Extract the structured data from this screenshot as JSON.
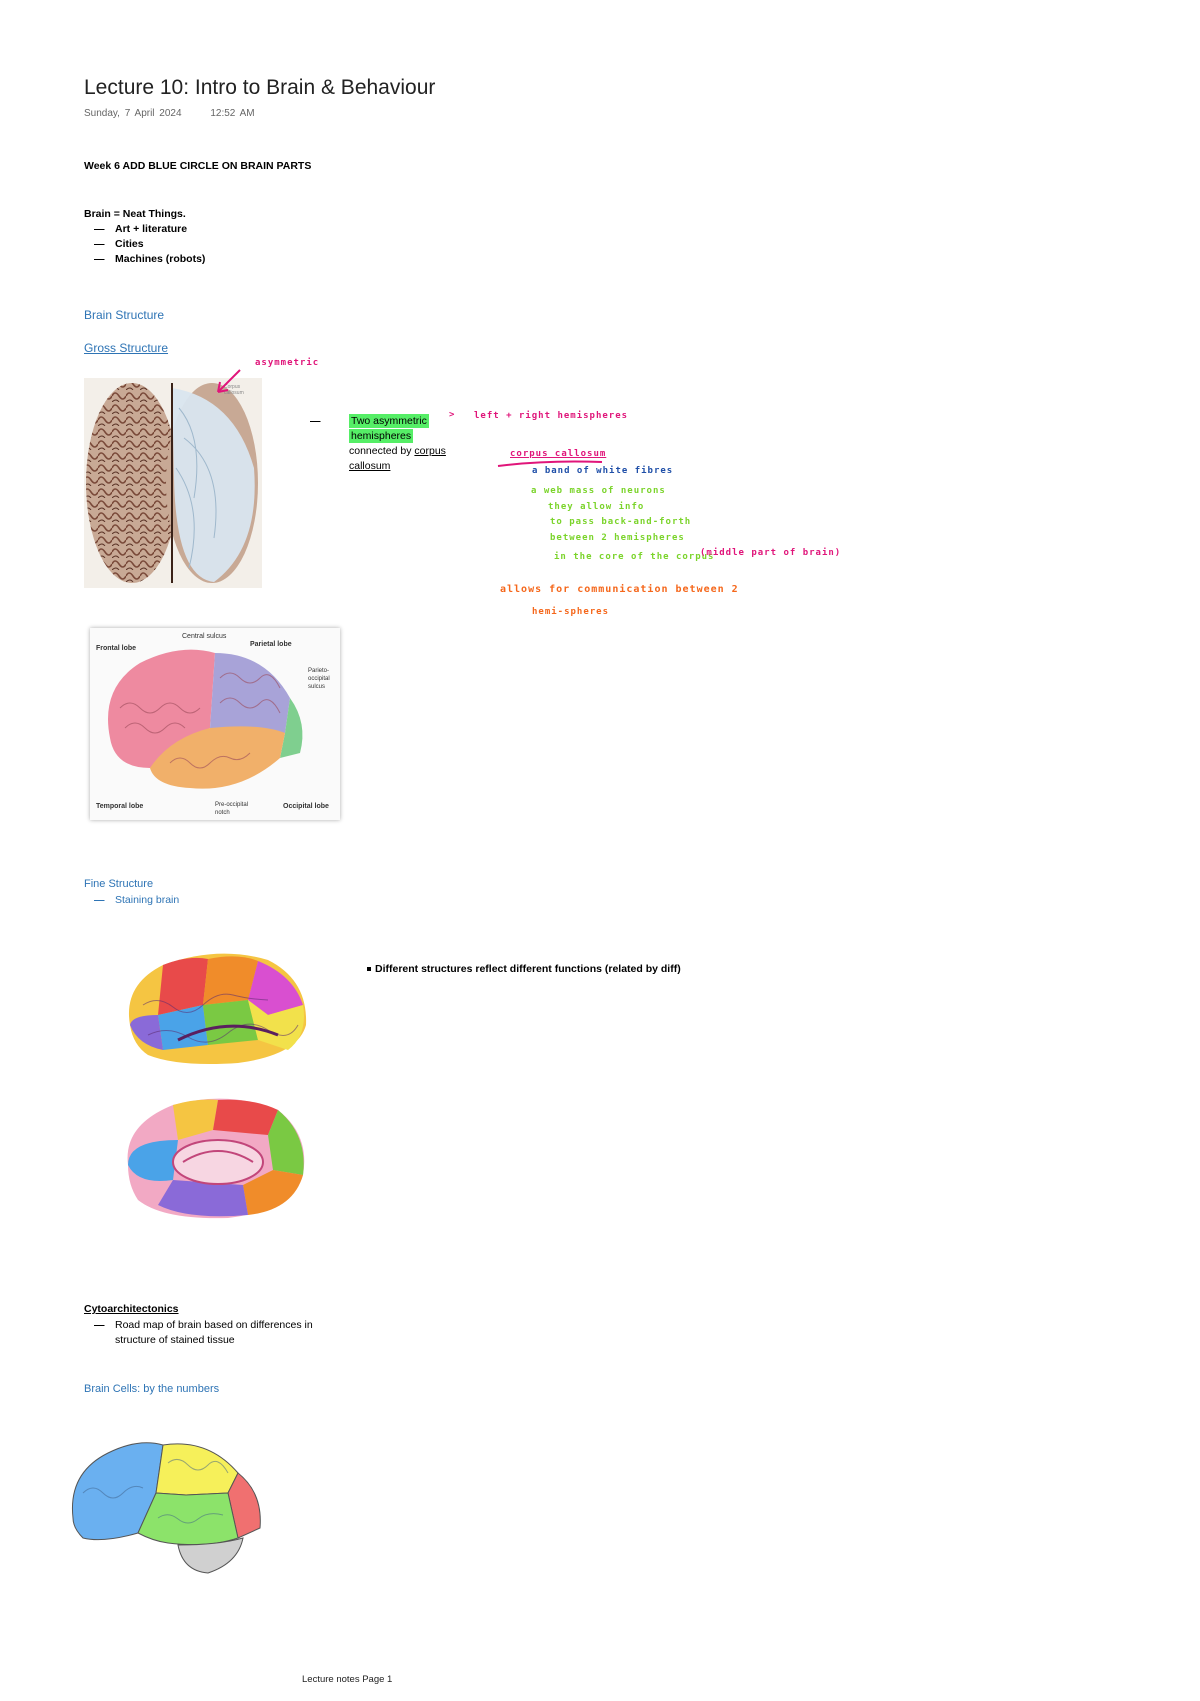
{
  "page": {
    "title": "Lecture 10: Intro to Brain & Behaviour",
    "date": "Sunday, 7 April 2024",
    "time": "12:52 AM",
    "todo": "Week 6 ADD BLUE CIRCLE ON BRAIN PARTS",
    "intro": {
      "heading": "Brain = Neat Things.",
      "items": [
        "Art + literature",
        "Cities",
        "Machines (robots)"
      ]
    },
    "brain_structure": "Brain Structure",
    "gross_structure": "Gross Structure",
    "hemispheres": {
      "highlight_1": "Two asymmetric",
      "highlight_2": "hemispheres",
      "text": "connected by",
      "link_1": "corpus",
      "link_2": "callosum"
    },
    "handwriting": {
      "asymmetric": "asymmetric",
      "left_right": "left + right hemispheres",
      "corpus_callosum": "corpus callosum",
      "line1": "a band of white fibres",
      "line2": "a web mass of neurons",
      "line3": "they allow info",
      "line4": "to pass back-and-forth",
      "line5": "between 2 hemispheres",
      "line6": "in the core of the corpus",
      "line6b": "(middle part of brain)",
      "line7": "allows for communication between 2",
      "line8": "hemi-spheres"
    },
    "lobes_figure": {
      "frontal": "Frontal lobe",
      "central": "Central sulcus",
      "parietal": "Parietal lobe",
      "parieto": "Parieto-",
      "occipital_word": "occipital",
      "sulcus": "sulcus",
      "temporal": "Temporal lobe",
      "preoccipital": "Pre-occipital",
      "notch": "notch",
      "occipital": "Occipital lobe"
    },
    "fine_structure": {
      "heading": "Fine Structure",
      "item": "Staining brain",
      "bullet": "Different structures reflect different functions (related by diff)"
    },
    "cyto": {
      "heading": "Cytoarchitectonics",
      "item_line1": "Road map of brain based on differences in",
      "item_line2": "structure of stained tissue"
    },
    "brain_cells": "Brain Cells: by the numbers",
    "footer": "Lecture notes Page 1",
    "colors": {
      "heading_blue": "#2e74b5",
      "highlight_green": "#55ee66",
      "ink_pink": "#e0157a",
      "ink_blue": "#1f4fa8",
      "ink_green": "#7bd42b",
      "ink_orange": "#f5671b"
    }
  }
}
